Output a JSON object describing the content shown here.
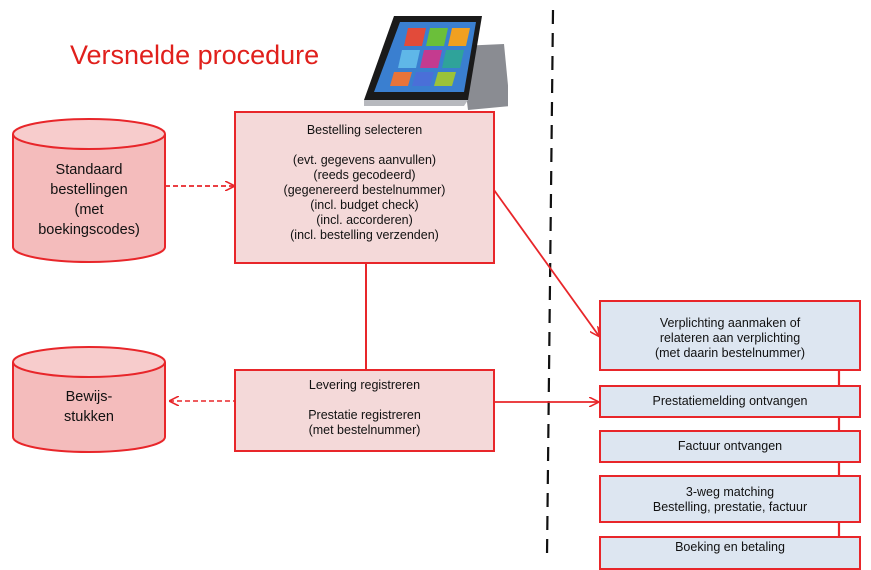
{
  "title": "Versnelde procedure",
  "colors": {
    "accent": "#e8262a",
    "pink_fill": "#f4d9d9",
    "blue_fill": "#dde6f1",
    "title": "#e0201c"
  },
  "icons": {
    "tablet": "tablet-computer-icon"
  },
  "databases": {
    "standaard": [
      "Standaard",
      "bestellingen",
      "(met",
      "boekingscodes)"
    ],
    "bewijs": [
      "Bewijs-",
      "stukken"
    ]
  },
  "bestelling_box": {
    "heading": "Bestelling selecteren",
    "lines": [
      "(evt. gegevens aanvullen)",
      "(reeds gecodeerd)",
      "(gegenereerd bestelnummer)",
      "(incl. budget check)",
      "(incl. accorderen)",
      "(incl. bestelling verzenden)"
    ]
  },
  "levering_box": {
    "line1": "Levering registreren",
    "line2": "Prestatie registreren",
    "line3": "(met bestelnummer)"
  },
  "right_boxes": {
    "verplichting": [
      "Verplichting aanmaken of",
      "relateren aan verplichting",
      "(met daarin bestelnummer)"
    ],
    "prestatiemelding": "Prestatiemelding ontvangen",
    "factuur": "Factuur ontvangen",
    "matching": [
      "3-weg matching",
      "Bestelling, prestatie, factuur"
    ],
    "boeking": "Boeking en betaling"
  }
}
